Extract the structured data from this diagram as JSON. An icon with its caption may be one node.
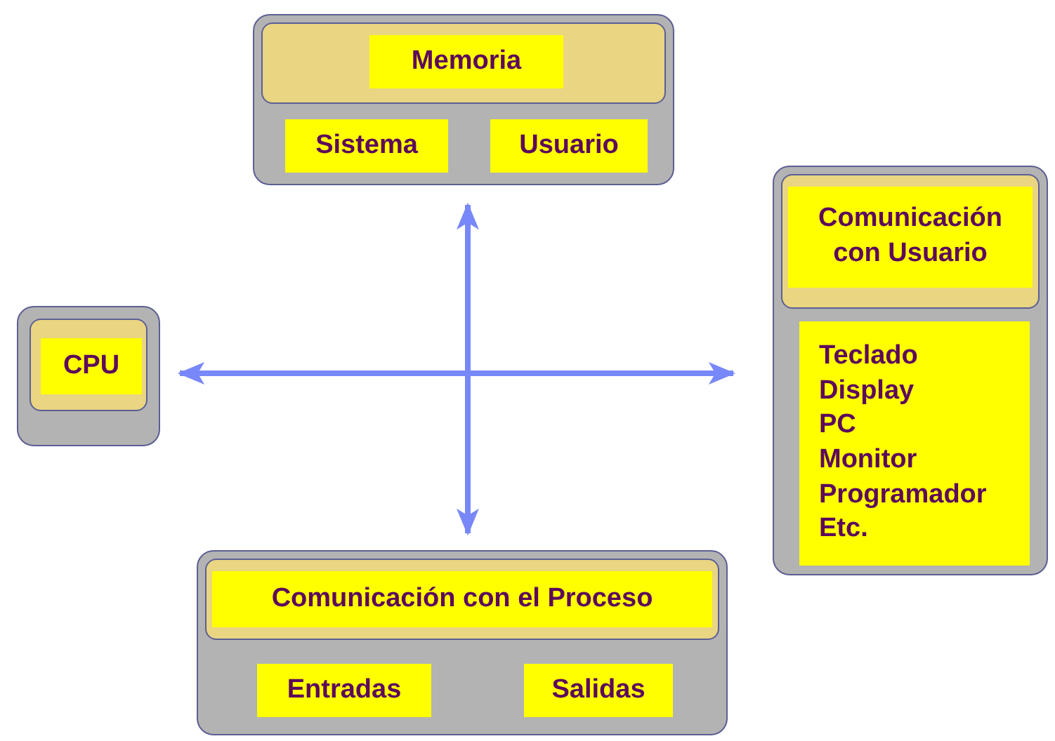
{
  "diagram": {
    "nodes": [
      {
        "text": [],
        "shape": "box"
      },
      {
        "text": [
          "Memoria"
        ],
        "in": 0
      },
      {
        "text": [
          "Sistema"
        ],
        "in": 0
      },
      {
        "text": [
          "Usuario"
        ],
        "in": 0
      },
      {
        "text": [],
        "shape": "box"
      },
      {
        "text": [
          "CPU"
        ],
        "in": 4
      },
      {
        "text": [],
        "shape": "box"
      },
      {
        "text": [
          "Comunicación con Usuario"
        ],
        "in": 6
      },
      {
        "text": [
          "Teclado",
          "Display",
          "PC",
          "Monitor",
          "Programador",
          "Etc."
        ],
        "in": 6
      },
      {
        "text": [],
        "shape": "box"
      },
      {
        "text": [
          "Comunicación con el Proceso"
        ],
        "in": 9
      },
      {
        "text": [
          "Entradas"
        ],
        "in": 9
      },
      {
        "text": [
          "Salidas"
        ],
        "in": 9
      }
    ],
    "edges": [
      {
        "from": 4,
        "to": 6,
        "arrow": "both"
      },
      {
        "from": 0,
        "to": 9,
        "arrow": "both"
      }
    ]
  }
}
